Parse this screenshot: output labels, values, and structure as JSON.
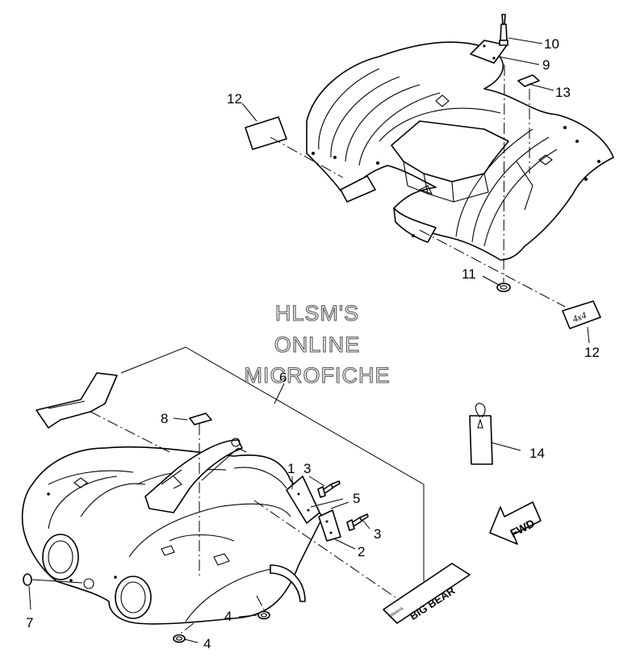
{
  "watermark": {
    "line1": "HLSM'S",
    "line2": "ONLINE",
    "line3": "MICROFICHE"
  },
  "callouts": {
    "c1": "1",
    "c2": "2",
    "c3a": "3",
    "c3b": "3",
    "c4a": "4",
    "c4b": "4",
    "c5": "5",
    "c6": "6",
    "c7": "7",
    "c8": "8",
    "c9": "9",
    "c10": "10",
    "c11": "11",
    "c12a": "12",
    "c12b": "12",
    "c13": "13",
    "c14": "14"
  },
  "labels": {
    "fwd": "FWD",
    "decal_4x4": "4x4",
    "decal_bigbear": "BIG BEAR",
    "decal_brand": "YAMAHA"
  }
}
